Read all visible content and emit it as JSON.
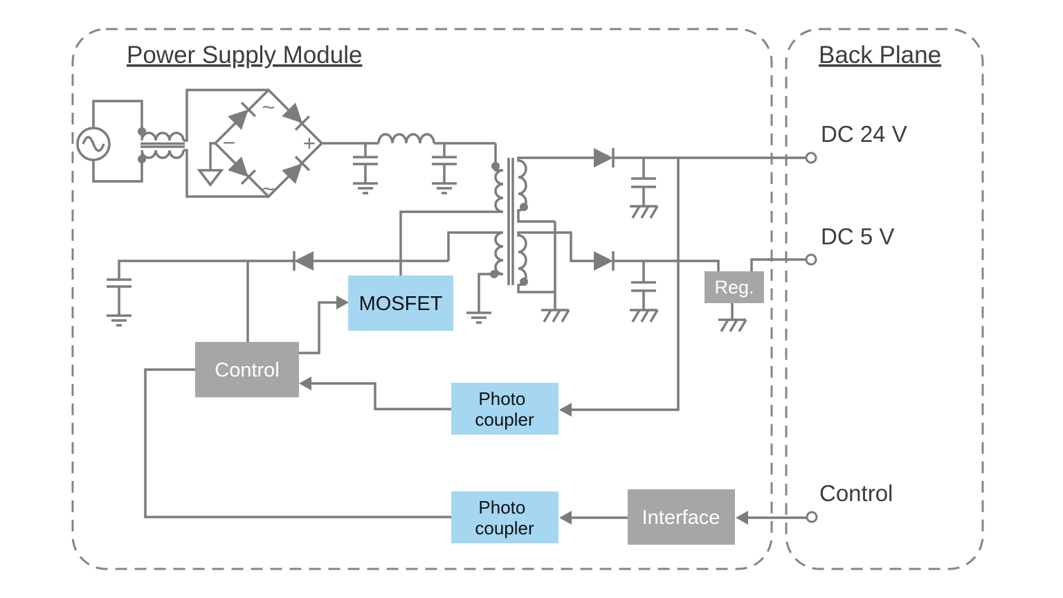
{
  "panels": {
    "power_supply_module": {
      "title": "Power Supply Module"
    },
    "back_plane": {
      "title": "Back Plane"
    }
  },
  "blocks": {
    "mosfet": {
      "label": "MOSFET"
    },
    "control": {
      "label": "Control"
    },
    "photo_coupler_top": {
      "line1": "Photo",
      "line2": "coupler"
    },
    "photo_coupler_bottom": {
      "line1": "Photo",
      "line2": "coupler"
    },
    "interface": {
      "label": "Interface"
    },
    "regulator": {
      "label": "Reg."
    }
  },
  "back_plane_signals": {
    "dc24": {
      "label": "DC 24 V"
    },
    "dc5": {
      "label": "DC 5 V"
    },
    "control": {
      "label": "Control"
    }
  },
  "bridge_rectifier": {
    "plus": "+",
    "minus": "−",
    "ac_top": "~",
    "ac_bottom": "~"
  },
  "colors": {
    "wire": "#7c7c7c",
    "block_gray": "#a6a6a6",
    "block_blue": "#a5d7f2",
    "text_dark": "#3d3d3d",
    "block_text_light": "#ffffff",
    "block_text_dark": "#111111"
  }
}
